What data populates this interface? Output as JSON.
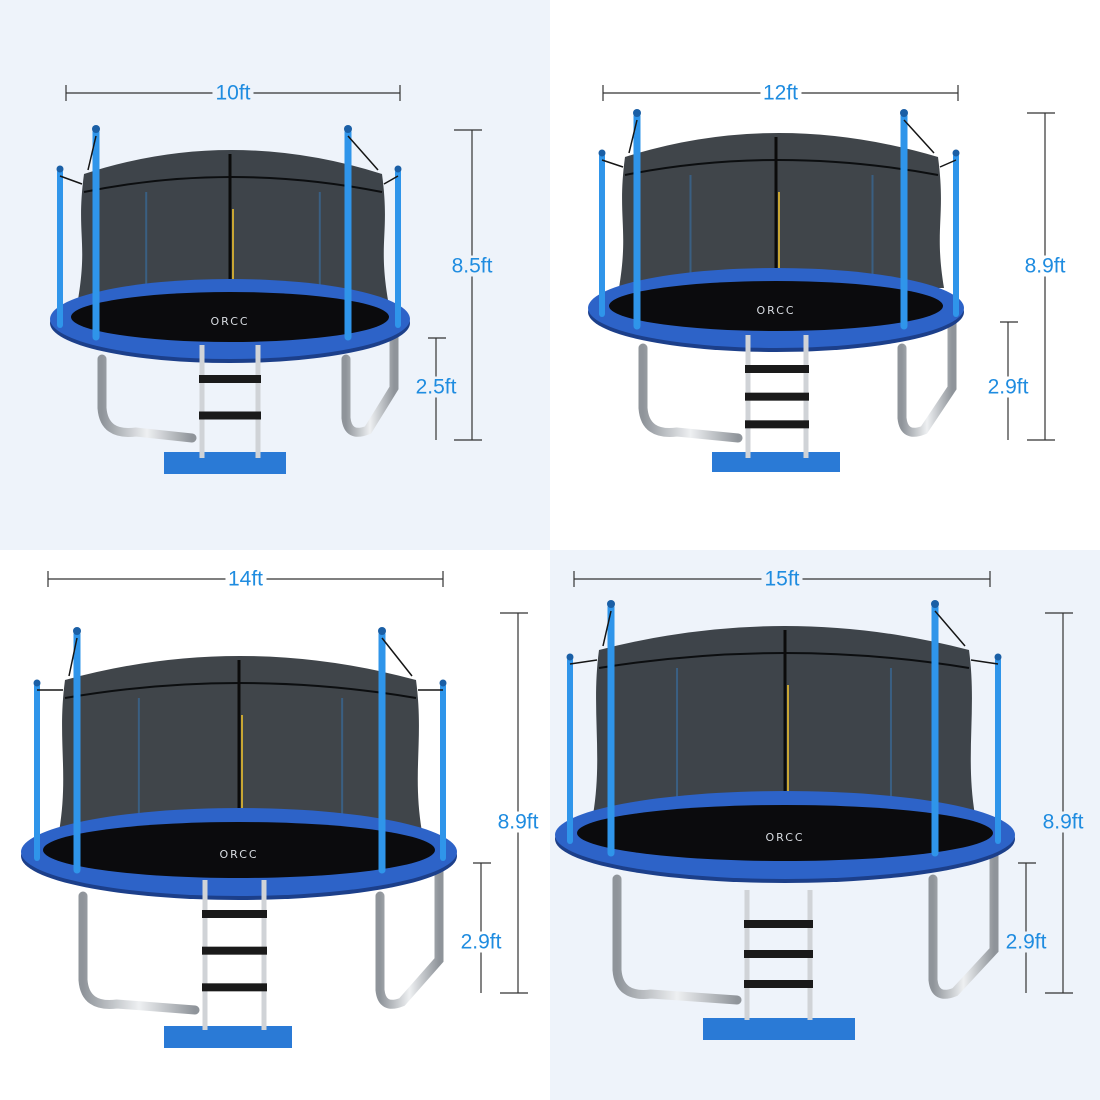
{
  "colors": {
    "accent": "#1f8ce0",
    "dimension_line": "#333333",
    "tint_background": "#eef3fa",
    "plain_background": "#ffffff",
    "pad": "#2d63c8",
    "pad_dark": "#1c3f8a",
    "pole": "#2f95ea",
    "net": "#262b31",
    "mat": "#0b0b0d",
    "frame": "#bfc3c8",
    "ladder_step": "#1a1a1a",
    "ground_mat": "#2a7ad6"
  },
  "brand_text": "ORCC",
  "variants": [
    {
      "id": "10ft",
      "diameter_label": "10ft",
      "total_height_label": "8.5ft",
      "frame_height_label": "2.5ft",
      "tinted": true,
      "ladder_steps": 2
    },
    {
      "id": "12ft",
      "diameter_label": "12ft",
      "total_height_label": "8.9ft",
      "frame_height_label": "2.9ft",
      "tinted": false,
      "ladder_steps": 3
    },
    {
      "id": "14ft",
      "diameter_label": "14ft",
      "total_height_label": "8.9ft",
      "frame_height_label": "2.9ft",
      "tinted": false,
      "ladder_steps": 3
    },
    {
      "id": "15ft",
      "diameter_label": "15ft",
      "total_height_label": "8.9ft",
      "frame_height_label": "2.9ft",
      "tinted": true,
      "ladder_steps": 3
    }
  ]
}
